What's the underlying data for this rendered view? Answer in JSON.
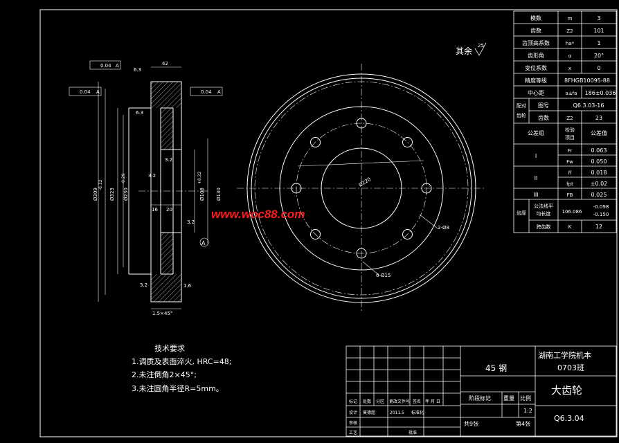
{
  "params": [
    {
      "name": "模数",
      "sym": "m",
      "val": "3"
    },
    {
      "name": "齿数",
      "sym": "Z2",
      "val": "101"
    },
    {
      "name": "齿顶高系数",
      "sym": "ha*",
      "val": "1"
    },
    {
      "name": "齿形角",
      "sym": "α",
      "val": "20°"
    },
    {
      "name": "变位系数",
      "sym": "x",
      "val": "0"
    }
  ],
  "accuracy": {
    "label": "精度等级",
    "val": "8FHGB10095-88"
  },
  "center": {
    "label": "中心距",
    "sym": "a±fa",
    "val": "186±0.036"
  },
  "pair": {
    "side": "配对齿轮",
    "drawing_label": "图号",
    "drawing_val": "Q6.3.03-16",
    "teeth_label": "齿数",
    "teeth_sym": "Z2",
    "teeth_val": "23"
  },
  "tolerance_header": {
    "group": "公差组",
    "item": "检验项目",
    "value": "公差值"
  },
  "tolerance": [
    {
      "group": "I",
      "item": "Fr",
      "val": "0.063"
    },
    {
      "group": "",
      "item": "Fw",
      "val": "0.050"
    },
    {
      "group": "II",
      "item": "ff",
      "val": "0.018"
    },
    {
      "group": "",
      "item": "fpt",
      "val": "±0.02"
    },
    {
      "group": "III",
      "item": "FB",
      "val": "0.025"
    }
  ],
  "thickness": {
    "side": "齿厚",
    "label": "公法线平均长度",
    "val": "106.086",
    "dev_upper": "-0.098",
    "dev_lower": "-0.150",
    "span_label": "跨齿数",
    "span_sym": "K",
    "span_val": "12"
  },
  "rest_finish": {
    "label": "其余",
    "val": "25"
  },
  "tech": {
    "title": "技术要求",
    "items": [
      "1.调质及表面淬火, HRC=48;",
      "2.未注倒角2×45°;",
      "3.未注圆角半径R=5mm。"
    ]
  },
  "watermark": "www.woc88.com",
  "title_block": {
    "material": "45 钢",
    "school": "湖南工学院机本",
    "class": "0703班",
    "part_name": "大齿轮",
    "drawing_no": "Q6.3.04",
    "scale_label": "比例",
    "scale": "1:2",
    "stage_label": "阶段标记",
    "weight_label": "重量",
    "total_sheets": "共9张",
    "sheet": "第4张",
    "mark_label": "标记",
    "count_label": "处数",
    "zone_label": "分区",
    "change_doc_label": "更改文件号",
    "sign_label": "签名",
    "date_label": "年 月 日",
    "design_label": "设计",
    "designer": "莫德超",
    "design_date": "2011.5",
    "std_label": "标准化",
    "review_label": "审核",
    "process_label": "工艺",
    "approve_label": "批准"
  },
  "side_dims": {
    "top_width": "42",
    "flatness1": "0.04",
    "datum1": "A",
    "flatness2": "0.04",
    "datum2": "A",
    "flatness3": "0.04",
    "datum3": "A",
    "d1": "Ø309",
    "d1_tol": "-0.32",
    "d2": "Ø323",
    "d3": "Ø230",
    "d3_tol": "-0.29",
    "d4": "Ø108",
    "d4_tol": "+0.22",
    "d5": "Ø130",
    "w1": "16",
    "w2": "20",
    "r1": "6.3",
    "r2": "3.2",
    "r3": "3.2",
    "r4": "3.2",
    "r5": "3.2",
    "chamfer": "1.5×45°",
    "datum": "A",
    "rough_top": "6.3",
    "rough_bot": "1.6"
  },
  "front_dims": {
    "pcd": "Ø220",
    "holes": "2-Ø8",
    "holes2": "6-Ø15"
  }
}
